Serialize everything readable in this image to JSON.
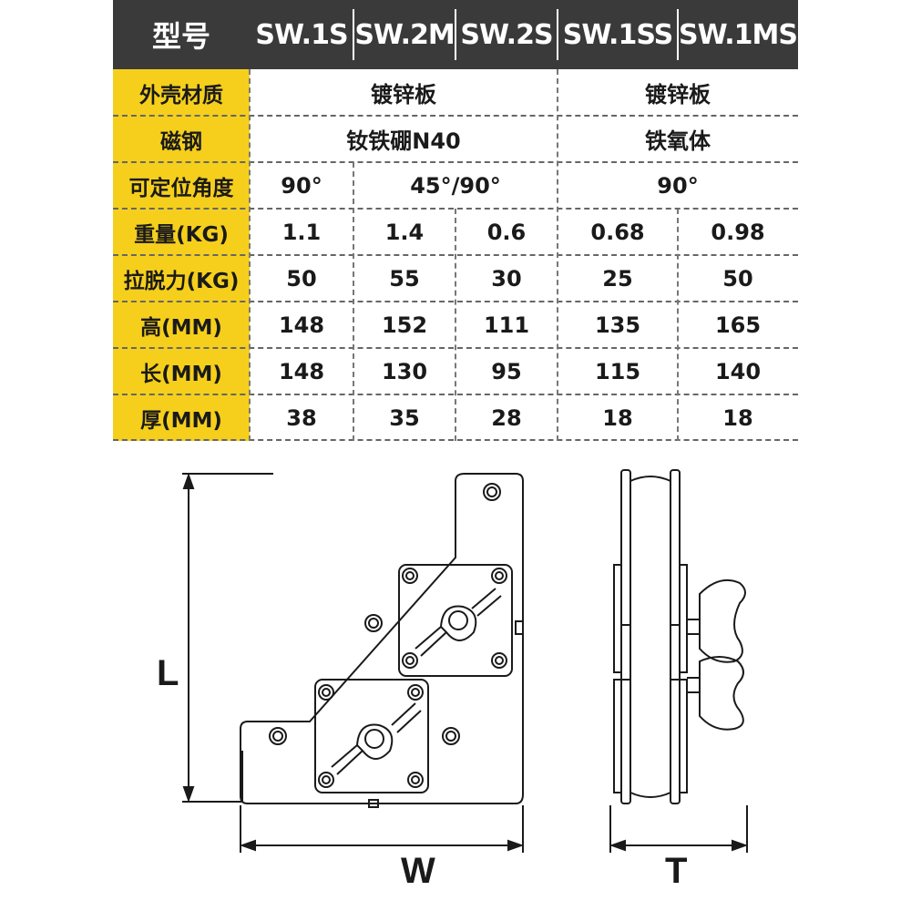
{
  "header": {
    "label": "型号",
    "models": [
      "SW.1S",
      "SW.2M",
      "SW.2S",
      "SW.1SS",
      "SW.1MS"
    ]
  },
  "rows": {
    "shell": {
      "label": "外壳材质",
      "left": "镀锌板",
      "right": "镀锌板"
    },
    "magnet": {
      "label": "磁钢",
      "left": "钕铁硼N40",
      "right": "铁氧体"
    },
    "angle": {
      "label": "可定位角度",
      "c1": "90°",
      "c23": "45°/90°",
      "c45": "90°"
    },
    "weight": {
      "label": "重量(KG)",
      "values": [
        "1.1",
        "1.4",
        "0.6",
        "0.68",
        "0.98"
      ]
    },
    "pull": {
      "label": "拉脱力(KG)",
      "values": [
        "50",
        "55",
        "30",
        "25",
        "50"
      ]
    },
    "height": {
      "label": "高(MM)",
      "values": [
        "148",
        "152",
        "111",
        "135",
        "165"
      ]
    },
    "length": {
      "label": "长(MM)",
      "values": [
        "148",
        "130",
        "95",
        "115",
        "140"
      ]
    },
    "thickness": {
      "label": "厚(MM)",
      "values": [
        "38",
        "35",
        "28",
        "18",
        "18"
      ]
    }
  },
  "dimensions": {
    "L": "L",
    "W": "W",
    "T": "T"
  },
  "colors": {
    "header_bg": "#3a3a3a",
    "label_bg": "#f5cf1c",
    "text": "#1a1a1a"
  }
}
